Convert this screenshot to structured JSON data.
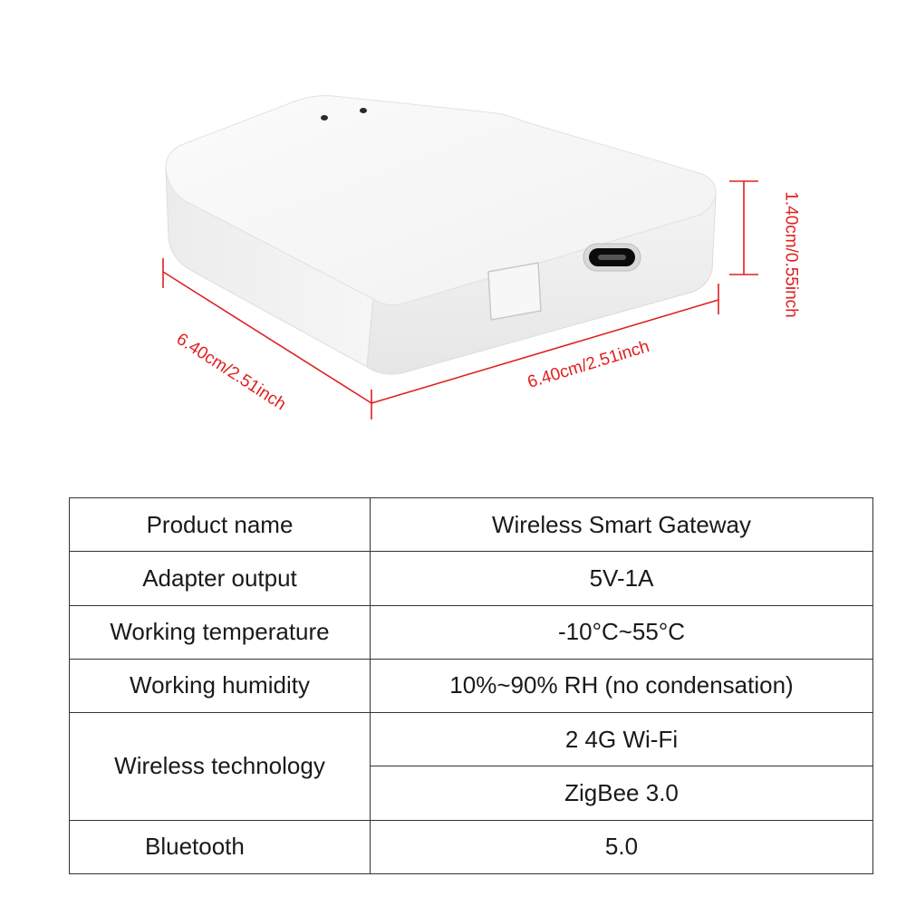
{
  "dimensions": {
    "depth": "6.40cm/2.51inch",
    "width": "6.40cm/2.51inch",
    "height": "1.40cm/0.55inch"
  },
  "dimension_color": "#e02020",
  "specs": {
    "product_name": {
      "label": "Product name",
      "value": "Wireless Smart Gateway"
    },
    "adapter_output": {
      "label": "Adapter output",
      "value": "5V-1A"
    },
    "working_temperature": {
      "label": "Working temperature",
      "value": "-10°C~55°C"
    },
    "working_humidity": {
      "label": "Working humidity",
      "value": "10%~90% RH (no condensation)"
    },
    "wireless_technology": {
      "label": "Wireless technology",
      "values": [
        "2 4G Wi-Fi",
        "ZigBee 3.0"
      ]
    },
    "bluetooth": {
      "label": "Bluetooth",
      "value": "5.0"
    }
  }
}
